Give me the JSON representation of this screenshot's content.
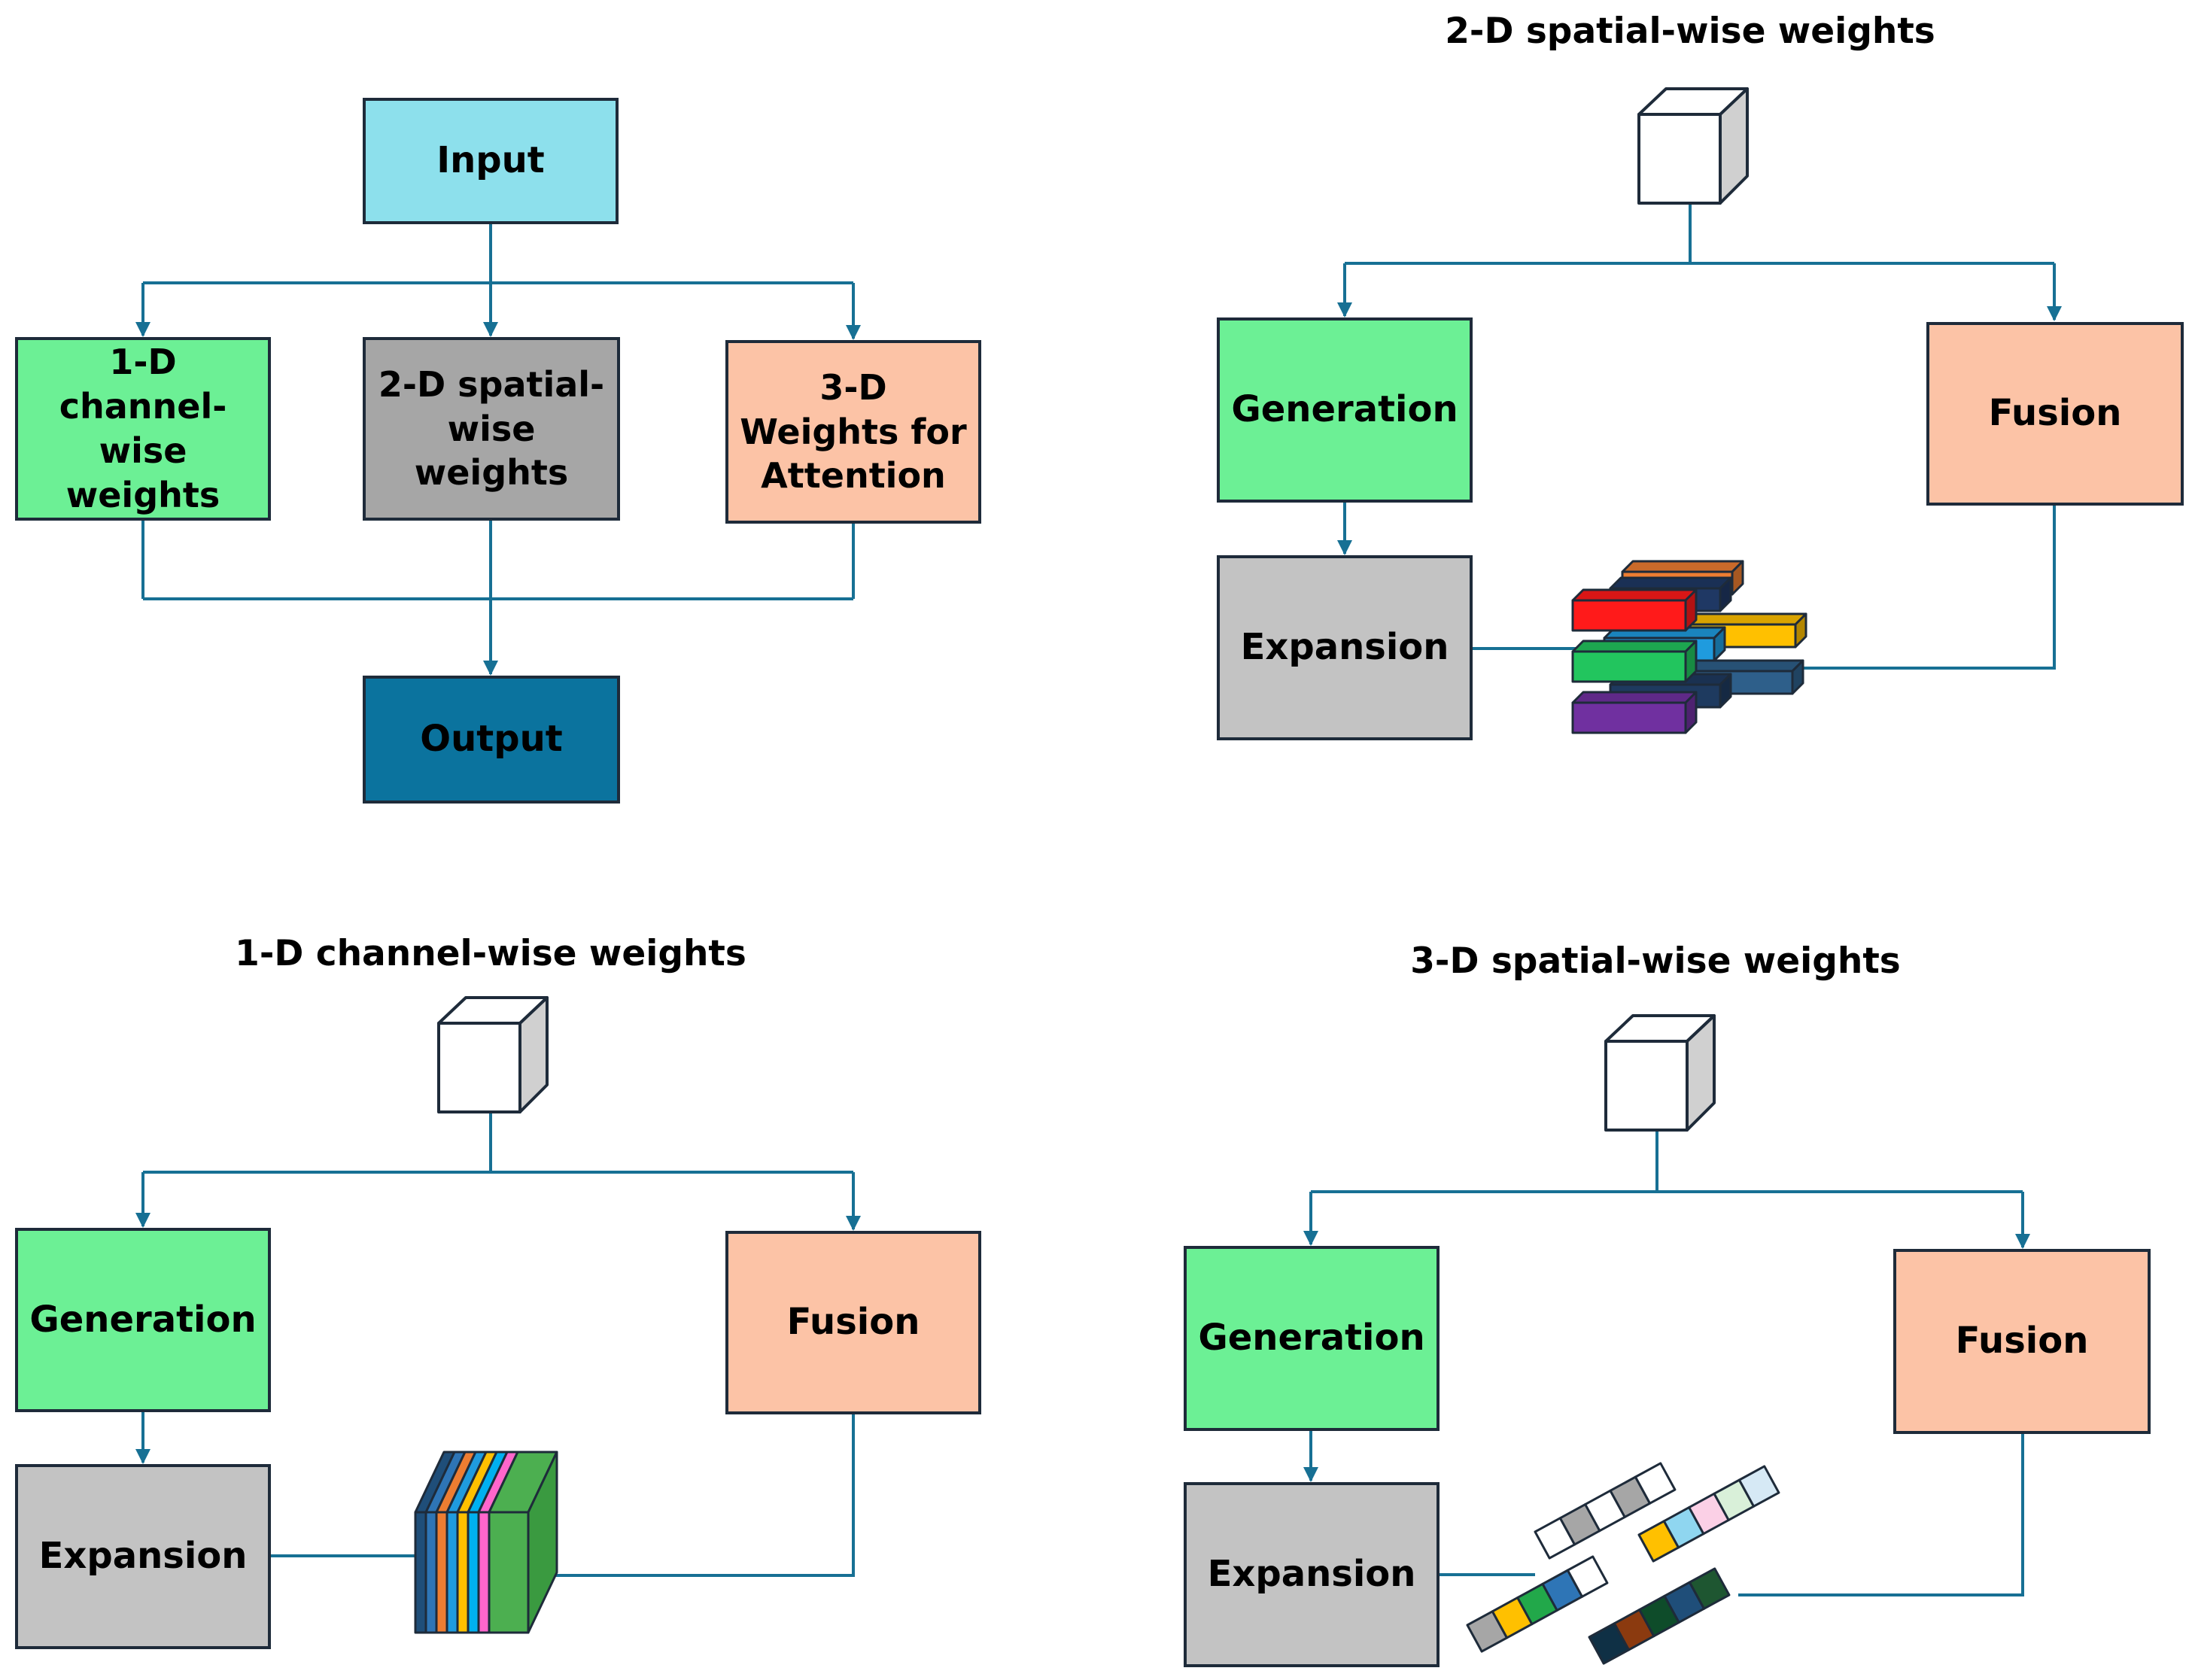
{
  "colors": {
    "line": "#177094",
    "border": "#1e2b3a",
    "input": "#8de0ec",
    "generation": "#6cf095",
    "spatial_box": "#a6a6a6",
    "fusion": "#fcc3a6",
    "expansion": "#c3c3c3",
    "output": "#0b739e"
  },
  "overview": {
    "input": "Input",
    "channel": "1-D\nchannel-\nwise\nweights",
    "spatial": "2-D spatial-\nwise\nweights",
    "attention": "3-D\nWeights for\nAttention",
    "output": "Output"
  },
  "spatial2d": {
    "title": "2-D spatial-wise weights",
    "generation": "Generation",
    "fusion": "Fusion",
    "expansion": "Expansion"
  },
  "channel1d": {
    "title": "1-D channel-wise weights",
    "generation": "Generation",
    "fusion": "Fusion",
    "expansion": "Expansion"
  },
  "spatial3d": {
    "title": "3-D spatial-wise weights",
    "generation": "Generation",
    "fusion": "Fusion",
    "expansion": "Expansion"
  }
}
